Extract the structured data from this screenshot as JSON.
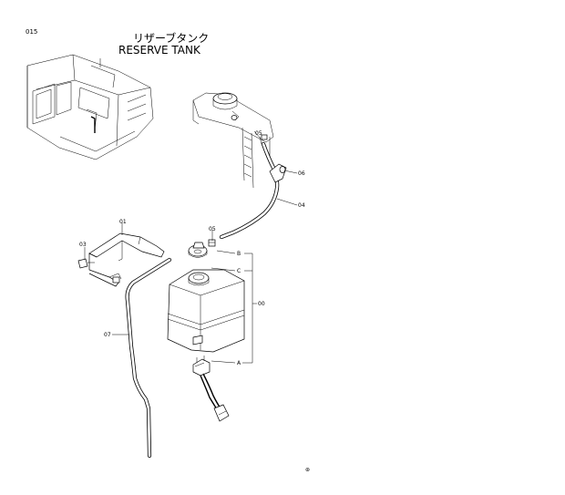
{
  "page_number": "015",
  "title_jp": "リザーブタンク",
  "title_en": "RESERVE TANK",
  "callouts": {
    "p00": "00",
    "p01": "01",
    "p03": "03",
    "p04": "04",
    "p05a": "05",
    "p05b": "05",
    "p06": "06",
    "p07": "07",
    "refA": "A",
    "refB": "B",
    "refC": "C"
  },
  "footer_mark": "⊛"
}
